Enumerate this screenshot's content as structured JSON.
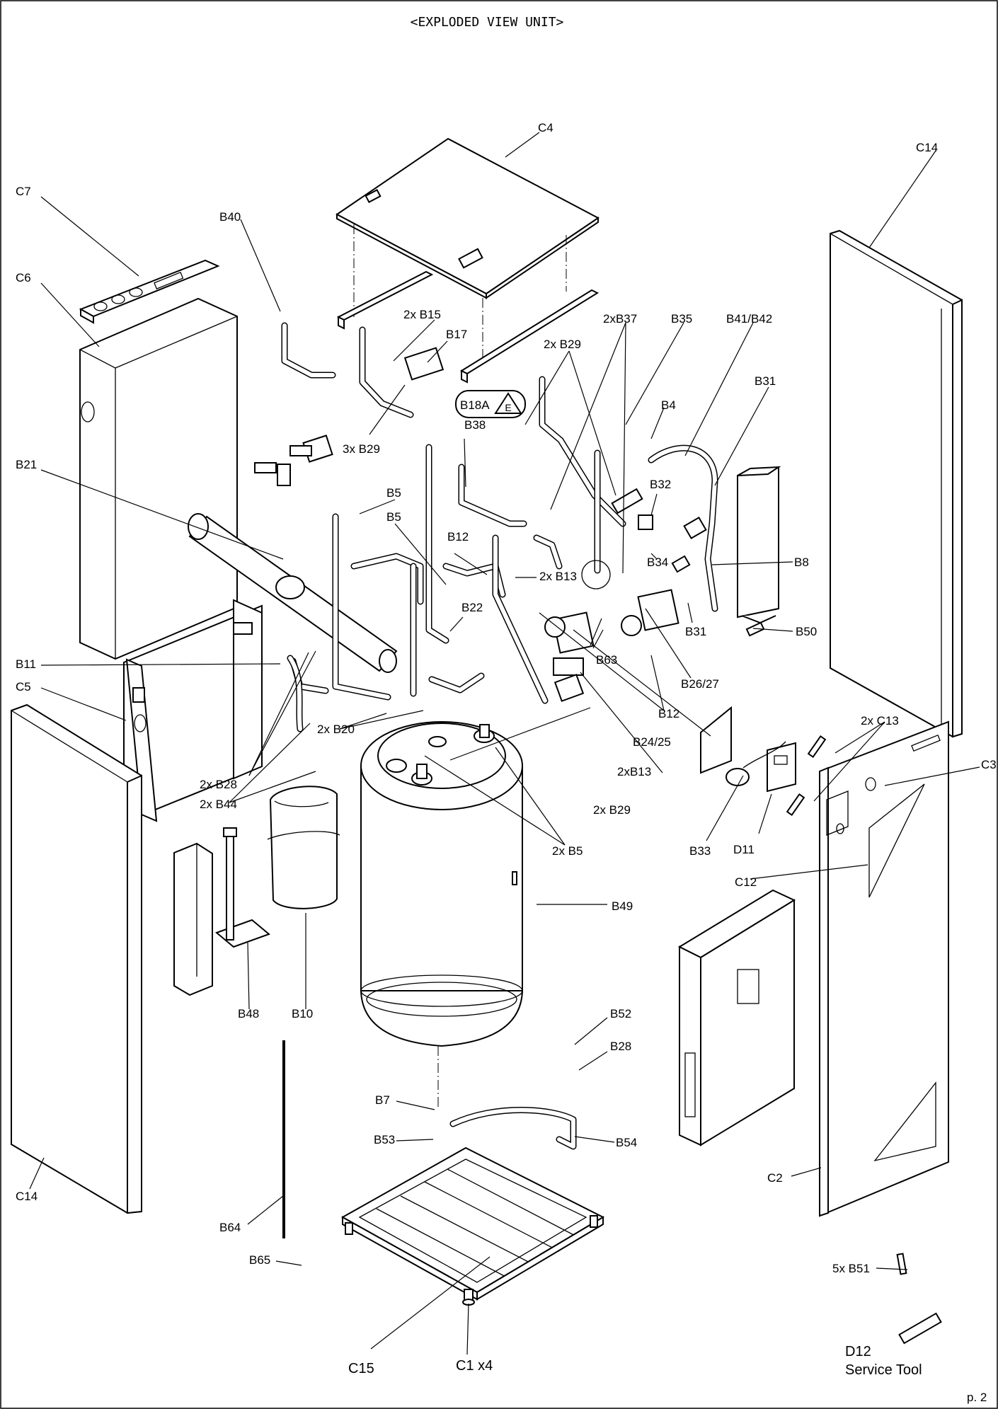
{
  "title": "<EXPLODED VIEW UNIT>",
  "page_number": "p. 2",
  "labels": {
    "c4": "C4",
    "c14_top": "C14",
    "c7": "C7",
    "c6": "C6",
    "b40": "B40",
    "b15": "2x B15",
    "b17": "B17",
    "b37": "2xB37",
    "b35": "B35",
    "b41_42": "B41/B42",
    "b29_top": "2x B29",
    "b18a": "B18A",
    "b29_3x": "3x B29",
    "b38": "B38",
    "b4": "B4",
    "b31_top": "B31",
    "b21": "B21",
    "b5_a": "B5",
    "b5_b": "B5",
    "b32": "B32",
    "b12_top": "B12",
    "b13": "2x B13",
    "b34": "B34",
    "b8": "B8",
    "b22": "B22",
    "b31_mid": "B31",
    "b50": "B50",
    "b63": "B63",
    "b26_27": "B26/27",
    "b11": "B11",
    "c5": "C5",
    "b12_mid": "B12",
    "b24_25": "B24/25",
    "b20": "2x B20",
    "c13": "2x C13",
    "c3": "C3",
    "b13_2x": "2xB13",
    "b28_2x": "2x B28",
    "b44": "2x B44",
    "b29_mid": "2x B29",
    "b5_2x": "2x B5",
    "b33": "B33",
    "d11": "D11",
    "c12": "C12",
    "b49": "B49",
    "b48": "B48",
    "b10": "B10",
    "b52": "B52",
    "b28": "B28",
    "b7": "B7",
    "b53": "B53",
    "b54": "B54",
    "c14_bottom": "C14",
    "c2": "C2",
    "b64": "B64",
    "b65": "B65",
    "b51": "5x B51",
    "c15": "C15",
    "c1": "C1 x4",
    "d12": "D12",
    "service_tool": "Service Tool",
    "warning_symbol": "E"
  }
}
